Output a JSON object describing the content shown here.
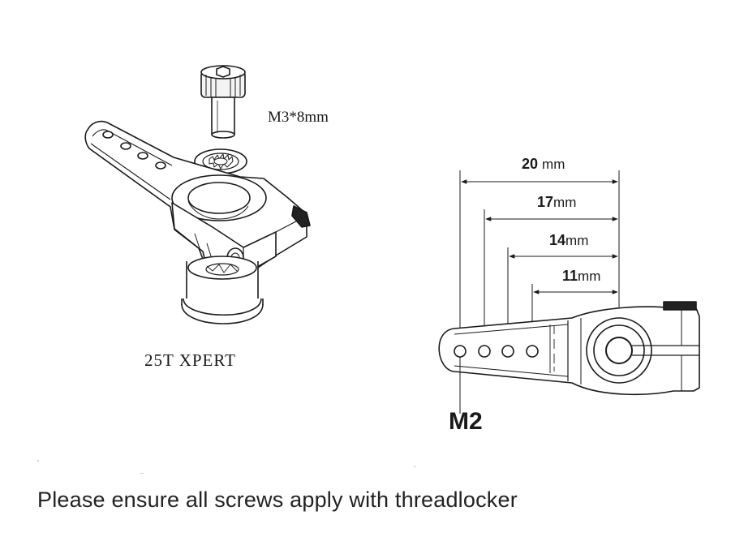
{
  "screw_label": "M3*8mm",
  "model_label": "25T XPERT",
  "dimensions": [
    {
      "value": "20",
      "unit": "mm"
    },
    {
      "value": "17",
      "unit": "mm"
    },
    {
      "value": "14",
      "unit": "mm"
    },
    {
      "value": "11",
      "unit": "mm"
    }
  ],
  "hole_label": "M2",
  "note": "Please ensure all screws apply with threadlocker",
  "colors": {
    "line": "#1a1a1a",
    "background": "#ffffff"
  }
}
